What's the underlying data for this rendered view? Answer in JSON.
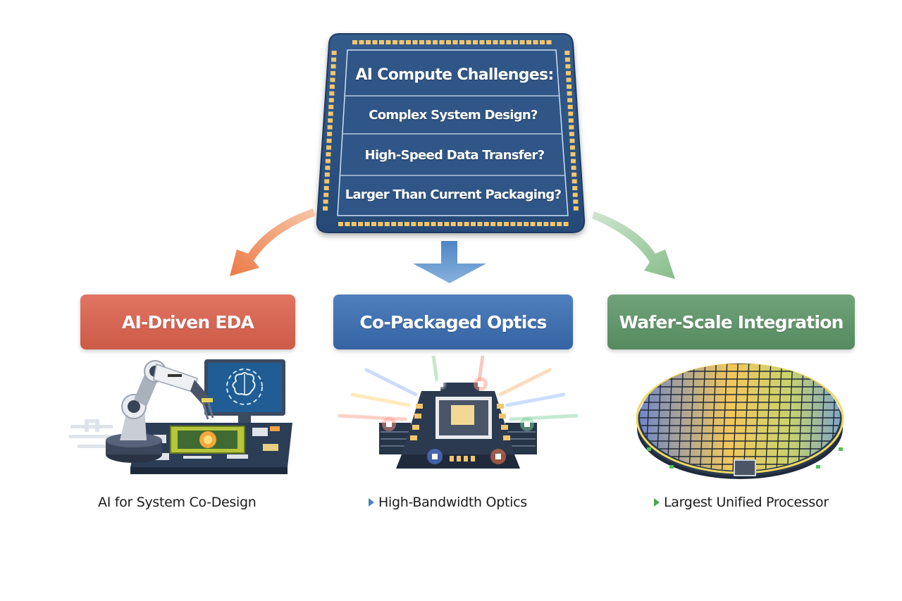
{
  "challenge_chip": {
    "title": "AI Compute Challenges:",
    "questions": [
      "Complex System Design?",
      "High-Speed Data Transfer?",
      "Larger Than Current Packaging?"
    ]
  },
  "arrows": {
    "left_color": "#ef8a5a",
    "center_color": "#6a9bd0",
    "right_color": "#8cbf8e"
  },
  "solutions": [
    {
      "label": "AI-Driven EDA",
      "color": "#d86652",
      "illustration": "robot-arm-workstation-illustration",
      "caption": "AI for System Co-Design",
      "bullet": ""
    },
    {
      "label": "Co-Packaged Optics",
      "color": "#4272b2",
      "illustration": "optical-chip-package-illustration",
      "caption": "High-Bandwidth Optics",
      "bullet": "blue-triangle"
    },
    {
      "label": "Wafer-Scale Integration",
      "color": "#63976c",
      "illustration": "silicon-wafer-illustration",
      "caption": "Largest Unified Processor",
      "bullet": "green-triangle"
    }
  ],
  "colors": {
    "chip_body": "#2a4f7e",
    "chip_pad": "#f2c66e",
    "chip_inner_line": "#cfe0f2"
  }
}
